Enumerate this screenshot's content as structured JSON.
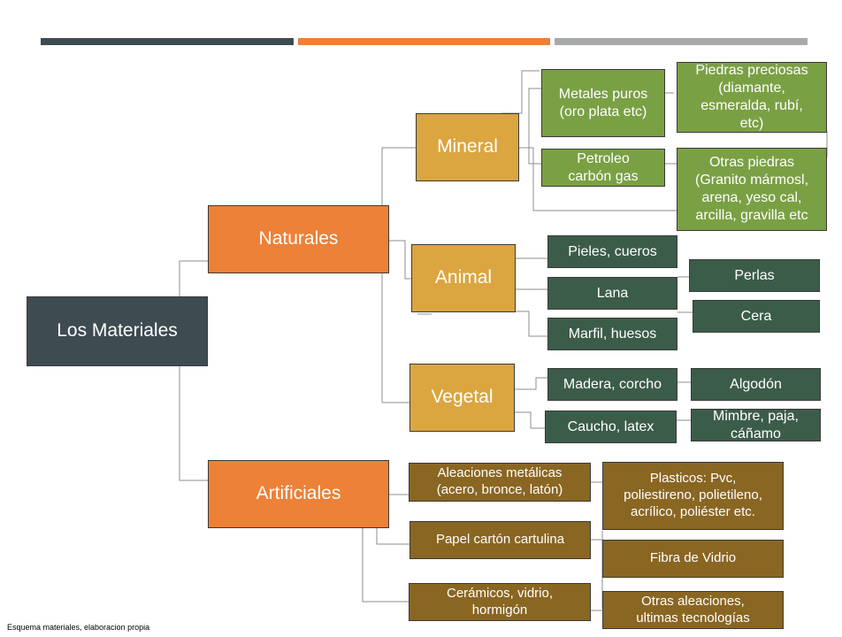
{
  "colors": {
    "bar_slate": "#3e4b51",
    "bar_orange": "#ec8137",
    "bar_gray": "#a7a9ab",
    "root": "#3e4b51",
    "level1": "#ec8137",
    "level2": "#dba540",
    "mineral_items": "#7aa044",
    "animal_vegetal_items": "#3c5c4a",
    "artificial_items": "#8a6623",
    "connector": "#8c8c8c"
  },
  "root": {
    "label": "Los Materiales"
  },
  "naturales": {
    "label": "Naturales",
    "mineral": {
      "label": "Mineral",
      "items": [
        "Metales puros\n(oro plata etc)",
        "Petroleo\ncarbón gas"
      ],
      "sub_items": [
        "Piedras preciosas\n(diamante,\nesmeralda, rubí,\netc)",
        "Otras piedras\n(Granito mármosl,\narena, yeso cal,\narcilla, gravilla etc"
      ]
    },
    "animal": {
      "label": "Animal",
      "items": [
        "Pieles, cueros",
        "Lana",
        "Marfil, huesos"
      ],
      "sub_items": [
        "Perlas",
        "Cera"
      ]
    },
    "vegetal": {
      "label": "Vegetal",
      "items": [
        "Madera, corcho",
        "Caucho, latex"
      ],
      "sub_items": [
        "Algodón",
        "Mimbre, paja,\ncáñamo"
      ]
    }
  },
  "artificiales": {
    "label": "Artificiales",
    "items": [
      "Aleaciones metálicas\n(acero, bronce, latón)",
      "Papel cartón cartulina",
      "Cerámicos, vidrio,\nhormigón"
    ],
    "sub_items": [
      "Plasticos: Pvc,\npoliestireno, polietileno,\nacrílico, poliéster etc.",
      "Fibra de Vidrio",
      "Otras aleaciones,\nultimas tecnologías"
    ]
  },
  "caption": "Esquema materiales, elaboracion propia"
}
